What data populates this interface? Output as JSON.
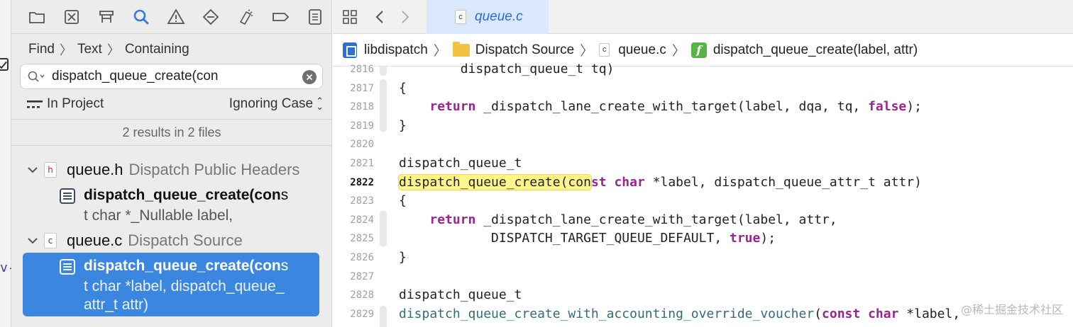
{
  "navigator": {
    "tabs": [
      "folder-icon",
      "source-control-icon",
      "symbol-icon",
      "find-icon",
      "issue-icon",
      "test-icon",
      "debug-icon",
      "breakpoint-icon",
      "report-icon"
    ],
    "crumb": {
      "mode": "Find",
      "kind": "Text",
      "match": "Containing"
    },
    "search": {
      "value": "dispatch_queue_create(con",
      "placeholder": ""
    },
    "scope": "In Project",
    "case": "Ignoring Case",
    "results_summary": "2 results in 2 files",
    "results": [
      {
        "file": "queue.h",
        "group": "Dispatch Public Headers",
        "match_bold": "dispatch_queue_create(con",
        "match_tail": "s",
        "rest": [
          "t char *_Nullable label,"
        ]
      },
      {
        "file": "queue.c",
        "group": "Dispatch Source",
        "match_bold": "dispatch_queue_create(con",
        "match_tail": "s",
        "rest": [
          "t char *label, dispatch_queue_",
          "attr_t attr)"
        ]
      }
    ]
  },
  "editor": {
    "tab": {
      "letter": "c",
      "name": "queue.c"
    },
    "jumpbar": {
      "project": "libdispatch",
      "group": "Dispatch Source",
      "file": "queue.c",
      "symbol": "dispatch_queue_create(label, attr)",
      "file_letter": "c",
      "func_letter": "f"
    },
    "code": {
      "line_numbers": [
        "2816",
        "2817",
        "2818",
        "2819",
        "2820",
        "2821",
        "2822",
        "2823",
        "2824",
        "2825",
        "2826",
        "2827",
        "2828",
        "2829"
      ],
      "current_line": "2822",
      "tokens": {
        "l2816": "        dispatch_queue_t tq)",
        "l2817": "{",
        "l2818_kw": "return",
        "l2818_rest": " _dispatch_lane_create_with_target(label, dqa, tq, ",
        "l2818_false": "false",
        "l2818_end": ");",
        "l2819": "}",
        "l2821": "dispatch_queue_t",
        "l2822_hl": "dispatch_queue_create(con",
        "l2822_kw1": "st",
        "l2822_kw2": "char",
        "l2822_rest": " *label, dispatch_queue_attr_t attr)",
        "l2823": "{",
        "l2824_kw": "return",
        "l2824_rest": " _dispatch_lane_create_with_target(label, attr,",
        "l2825_rest": "DISPATCH_TARGET_QUEUE_DEFAULT, ",
        "l2825_true": "true",
        "l2825_end": ");",
        "l2826": "}",
        "l2828": "dispatch_queue_t",
        "l2829_fn": "dispatch_queue_create_with_accounting_override_voucher",
        "l2829_open": "(",
        "l2829_kw1": "const",
        "l2829_kw2": "char",
        "l2829_rest": " *label,"
      }
    }
  },
  "left_edge_text": "v-",
  "watermark": "@稀土掘金技术社区",
  "colors": {
    "accent": "#3b87e0",
    "keyword": "#9b2393",
    "function": "#326d74",
    "highlight": "#fff58a"
  }
}
